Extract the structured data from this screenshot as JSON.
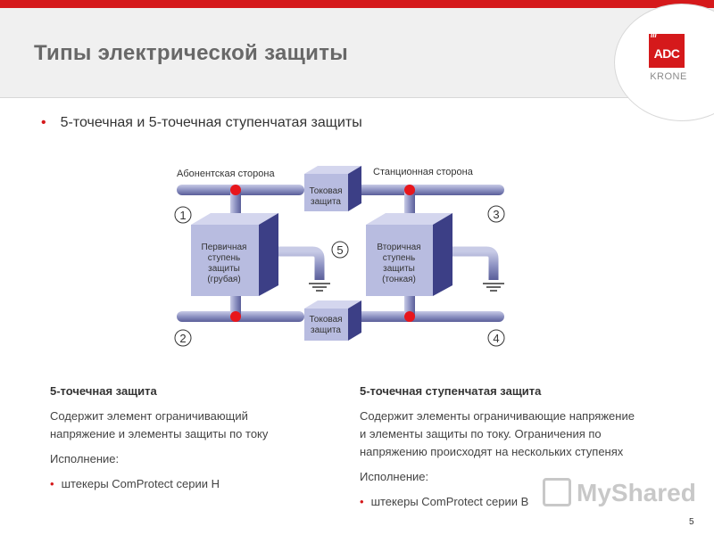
{
  "slide": {
    "title": "Типы электрической защиты",
    "subtitle_bullet": "5-точечная и 5-точечная ступенчатая защиты",
    "page_number": "5"
  },
  "logo": {
    "brand_main": "ADC",
    "brand_sub": "KRONE"
  },
  "diagram": {
    "subscriber_side": "Абонентская сторона",
    "station_side": "Станционная сторона",
    "current_top": [
      "Токовая",
      "защита"
    ],
    "current_bottom": [
      "Токовая",
      "защита"
    ],
    "primary": [
      "Первичная",
      "ступень",
      "защиты",
      "(грубая)"
    ],
    "secondary": [
      "Вторичная",
      "ступень",
      "защиты",
      "(тонкая)"
    ],
    "markers": [
      "1",
      "2",
      "3",
      "4",
      "5"
    ]
  },
  "left_col": {
    "heading": "5-точечная защита",
    "text_lines": [
      "Содержит элемент ограничивающий",
      "напряжение и элементы защиты по току"
    ],
    "execution": "Исполнение:",
    "bullet": "штекеры CоmProtect серии H"
  },
  "right_col": {
    "heading": "5-точечная ступенчатая защита",
    "text_lines": [
      "Содержит элементы ограничивающие напряжение",
      "и элементы защиты по току. Ограничения по",
      "напряжению происходят на нескольких ступенях"
    ],
    "execution": "Исполнение:",
    "bullet": "штекеры CоmProtect серии B"
  },
  "watermark": "MyShared",
  "colors": {
    "accent": "#d5191b",
    "box_face": "#b8bce0",
    "box_side": "#3c3f86",
    "pipe": "#9a9fc8"
  }
}
